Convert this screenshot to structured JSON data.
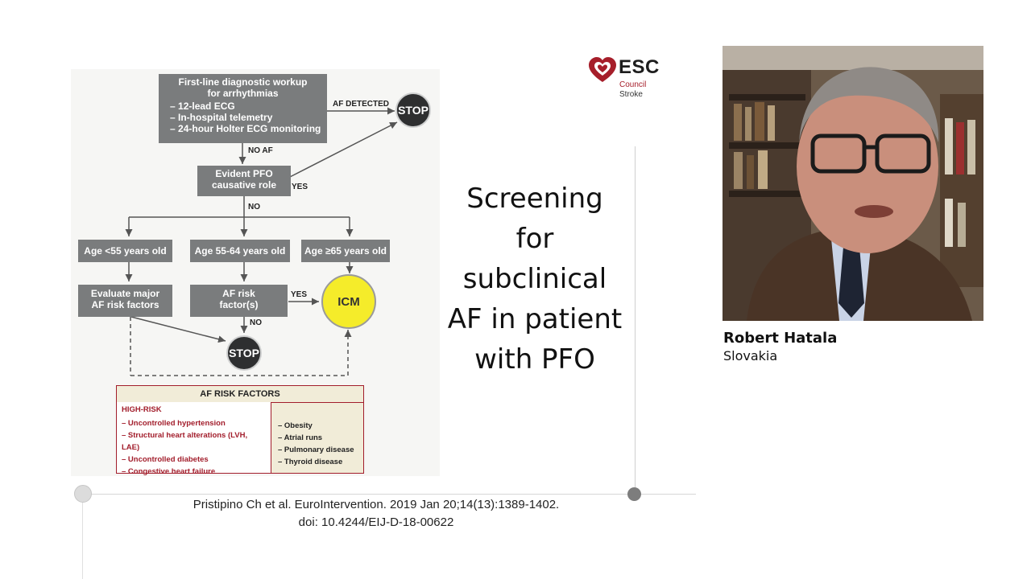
{
  "slide": {
    "title_lines": [
      "Screening",
      "for",
      "subclinical",
      "AF in patient",
      "with PFO"
    ],
    "citation_line1": "Pristipino Ch et al. EuroIntervention. 2019 Jan 20;14(13):1389-1402.",
    "citation_line2": "doi: 10.4244/EIJ-D-18-00622"
  },
  "logo": {
    "brand": "ESC",
    "line1": "Council",
    "line2": "Stroke",
    "heart_color": "#a61e2a"
  },
  "flowchart": {
    "workup_title": "First-line diagnostic workup for arrhythmias",
    "workup_items": [
      "12-lead ECG",
      "In-hospital telemetry",
      "24-hour Holter ECG monitoring"
    ],
    "af_detected": "AF DETECTED",
    "stop_top": "STOP",
    "no_af": "NO AF",
    "pfo_box": "Evident PFO causative role",
    "yes_pfo": "YES",
    "no_pfo": "NO",
    "age1": "Age <55 years old",
    "age2": "Age 55-64 years old",
    "age3": "Age ≥65 years old",
    "evaluate_box": "Evaluate major AF risk factors",
    "risk_box": "AF risk factor(s)",
    "yes_risk": "YES",
    "no_risk": "NO",
    "icm": "ICM",
    "stop_bottom": "STOP",
    "risk_title": "AF RISK FACTORS",
    "high_risk_label": "HIGH-RISK",
    "high_risk_items": [
      "– Uncontrolled hypertension",
      "– Structural heart alterations (LVH, LAE)",
      "– Uncontrolled diabetes",
      "– Congestive heart failure"
    ],
    "other_items": [
      "– Obesity",
      "– Atrial runs",
      "– Pulmonary disease",
      "– Thyroid disease"
    ],
    "colors": {
      "box": "#7a7c7d",
      "icm": "#f5ec2a",
      "risk_border": "#a21d2b"
    }
  },
  "speaker": {
    "name": "Robert Hatala",
    "country": "Slovakia"
  }
}
